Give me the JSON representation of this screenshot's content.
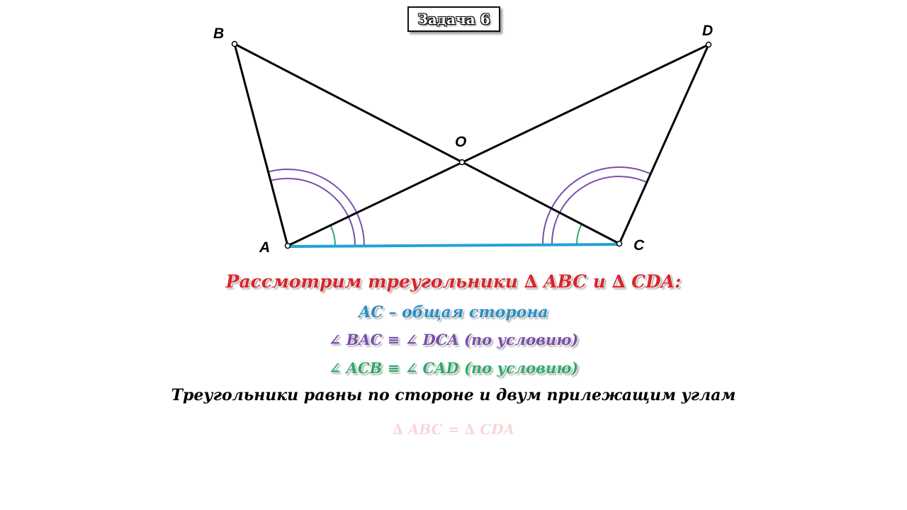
{
  "title": "Задача 6",
  "points": {
    "A": "A",
    "B": "B",
    "C": "C",
    "D": "D",
    "O": "O"
  },
  "colors": {
    "segment_ac": "#1fa3d6",
    "angle_bac": "#7a4ea8",
    "angle_acb": "#2eaa6a",
    "heading": "#d8262b"
  },
  "text": {
    "line1": "Рассмотрим треугольники ∆ ABC и ∆ CDA:",
    "line2": "AC – общая сторона",
    "line3": "∠ BAC ≡ ∠ DCA (по условию)",
    "line4": "∠ ACB ≡ ∠ CAD (по условию)",
    "line5": "Треугольники равны по стороне и двум прилежащим углам",
    "line6": "∆ ABC = ∆ CDA"
  }
}
